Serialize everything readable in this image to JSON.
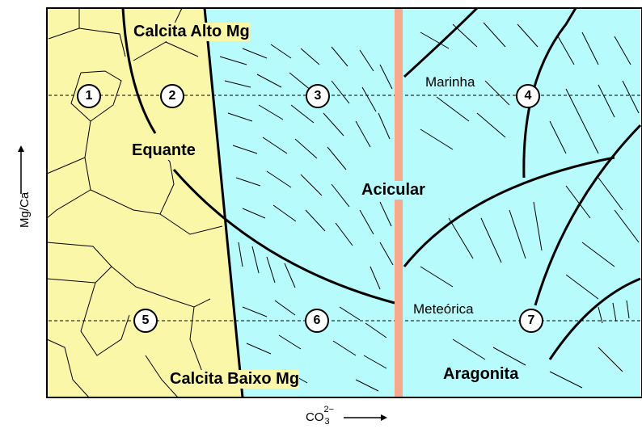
{
  "labels": {
    "calcite_high_mg": "Calcita Alto Mg",
    "calcite_low_mg": "Calcita Baixo Mg",
    "aragonite": "Aragonita",
    "equant": "Equante",
    "acicular": "Acicular",
    "marine": "Marinha",
    "meteoric": "Meteórica"
  },
  "axes": {
    "y_label": "Mg/Ca",
    "x_label": "CO",
    "x_label_sup": "2−",
    "x_label_sub": "3"
  },
  "points": [
    "1",
    "2",
    "3",
    "4",
    "5",
    "6",
    "7"
  ],
  "colors": {
    "calcite_zone": "#fbf7a8",
    "fibrous_zone": "#b8fbfc",
    "divider": "#f7a98e",
    "frame": "#000000"
  }
}
